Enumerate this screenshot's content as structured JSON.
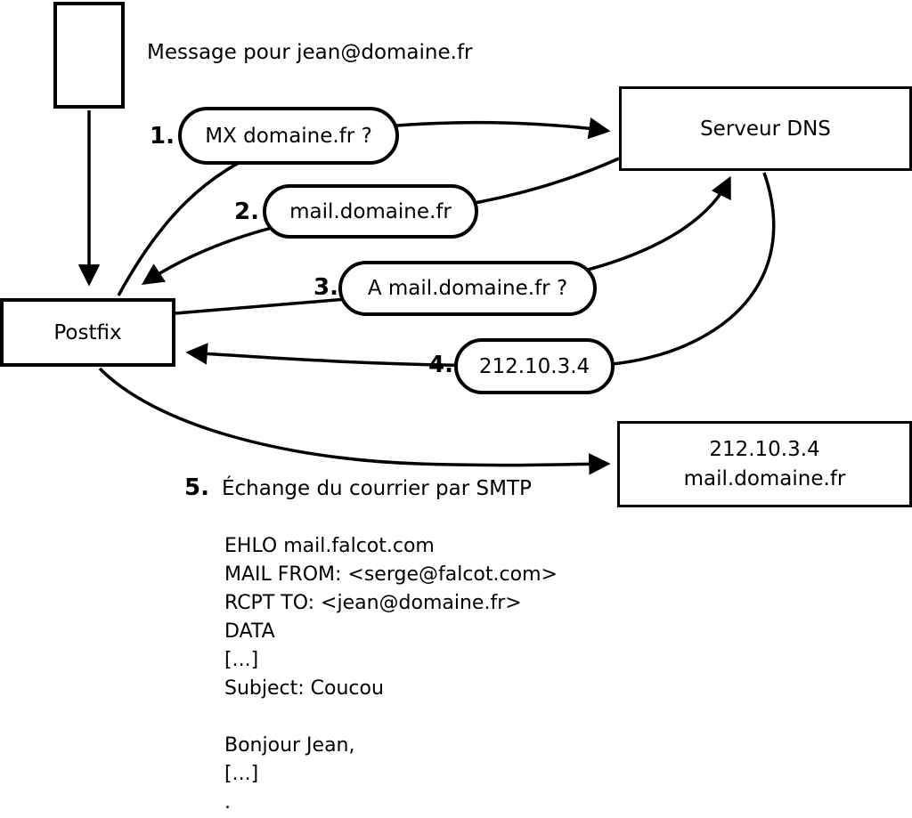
{
  "diagram": {
    "message_label": "Message pour jean@domaine.fr",
    "nodes": {
      "postfix": {
        "label": "Postfix"
      },
      "dns": {
        "label": "Serveur DNS"
      },
      "target": {
        "line1": "212.10.3.4",
        "line2": "mail.domaine.fr"
      }
    },
    "steps": [
      {
        "num": "1.",
        "label": "MX domaine.fr ?"
      },
      {
        "num": "2.",
        "label": "mail.domaine.fr"
      },
      {
        "num": "3.",
        "label": "A mail.domaine.fr ?"
      },
      {
        "num": "4.",
        "label": "212.10.3.4"
      },
      {
        "num": "5.",
        "label": "Échange du courrier par SMTP"
      }
    ],
    "smtp": {
      "lines": [
        "EHLO mail.falcot.com",
        "MAIL FROM: <serge@falcot.com>",
        "RCPT TO: <jean@domaine.fr>",
        "DATA",
        "[...]",
        "Subject: Coucou",
        "",
        "Bonjour Jean,",
        "[...]",
        "."
      ]
    },
    "colors": {
      "stroke": "#000000",
      "fill": "#ffffff"
    }
  }
}
